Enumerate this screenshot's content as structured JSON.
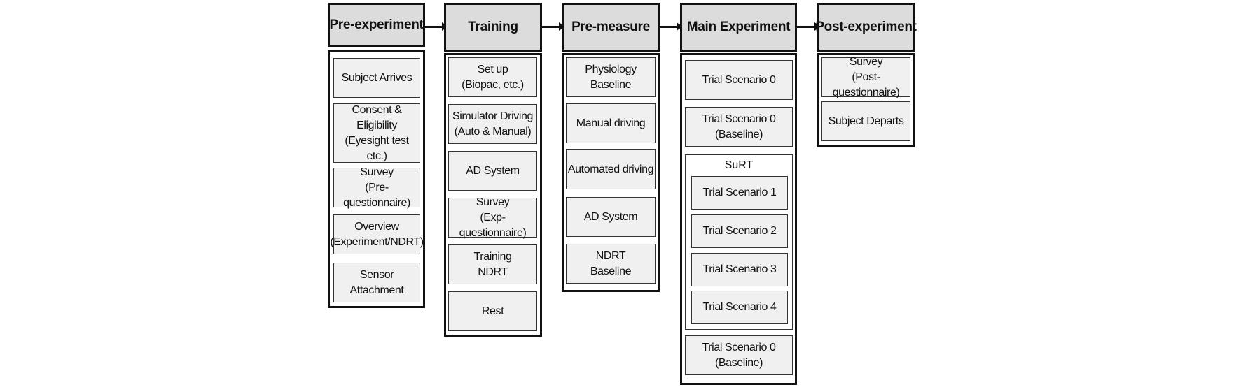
{
  "stages": [
    {
      "title": "Pre-experiment",
      "steps": [
        "Subject Arrives",
        "Consent &\nEligibility\n(Eyesight test etc.)",
        "Survey\n(Pre-questionnaire)",
        "Overview\n(Experiment/NDRT)",
        "Sensor Attachment"
      ]
    },
    {
      "title": "Training",
      "steps": [
        "Set up\n(Biopac, etc.)",
        "Simulator Driving\n(Auto & Manual)",
        "AD System",
        "Survey\n(Exp-questionnaire)",
        "Training\nNDRT",
        "Rest"
      ]
    },
    {
      "title": "Pre-measure",
      "steps": [
        "Physiology Baseline",
        "Manual driving",
        "Automated driving",
        "AD System",
        "NDRT\nBaseline"
      ]
    },
    {
      "title": "Main Experiment",
      "steps": [
        "Trial Scenario 0",
        "Trial Scenario 0\n(Baseline)",
        "Trial Scenario 1",
        "Trial Scenario 2",
        "Trial Scenario 3",
        "Trial Scenario 4",
        "Trial Scenario 0\n(Baseline)"
      ],
      "group_label": "SuRT"
    },
    {
      "title": "Post-experiment",
      "steps": [
        "Survey\n(Post-questionnaire)",
        "Subject Departs"
      ]
    }
  ]
}
